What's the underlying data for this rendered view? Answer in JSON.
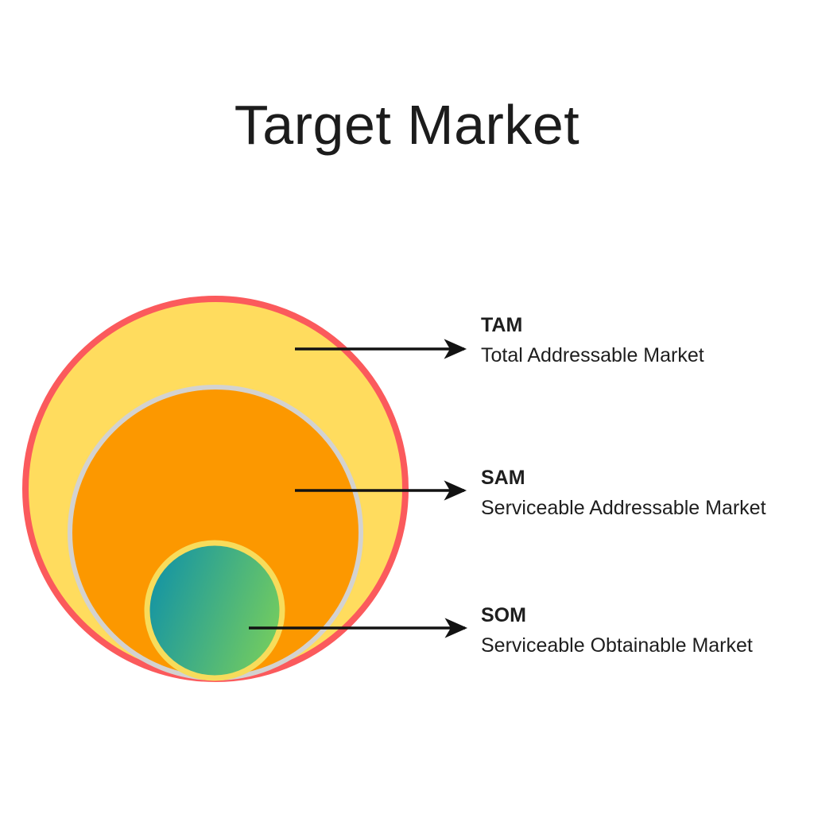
{
  "title": "Target Market",
  "diagram": {
    "background_color": "#ffffff",
    "arrow_color": "#121212",
    "text_color": "#1e1e1e",
    "rings": [
      {
        "abbr": "TAM",
        "label": "Total Addressable Market",
        "fill": "#FFDC5E",
        "stroke": "#FB5A5C"
      },
      {
        "abbr": "SAM",
        "label": "Serviceable Addressable Market",
        "fill": "#FC9800",
        "stroke": "#D3D2D0"
      },
      {
        "abbr": "SOM",
        "label": "Serviceable Obtainable Market",
        "gradient": [
          "#1494A4",
          "#75CD5E"
        ],
        "stroke": "#F7DC5B"
      }
    ]
  }
}
